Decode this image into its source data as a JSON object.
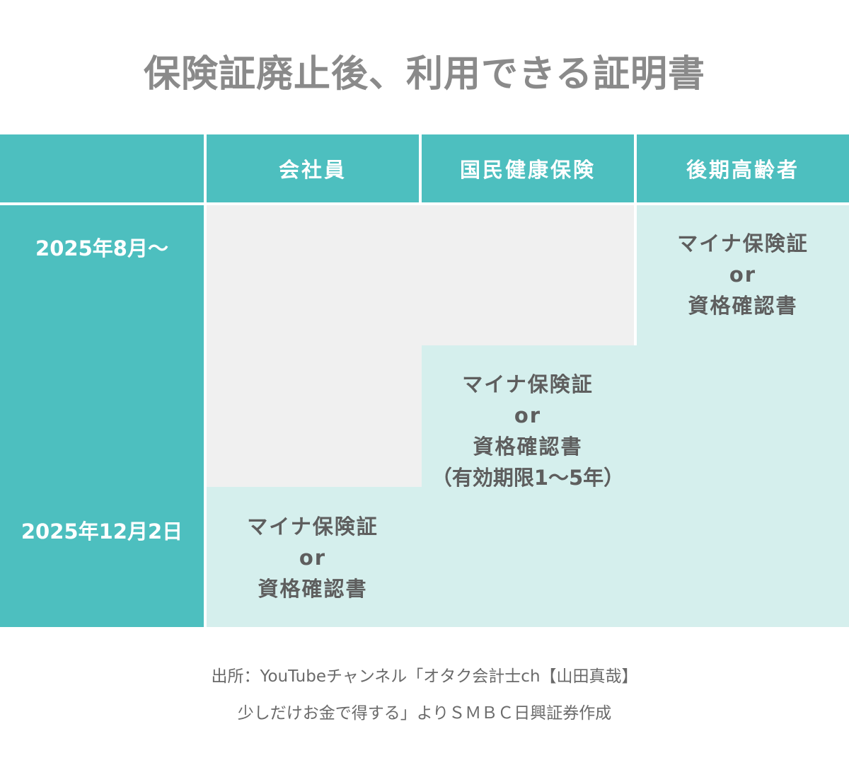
{
  "title": "保険証廃止後、利用できる証明書",
  "columns": [
    "会社員",
    "国民健康保険",
    "後期高齢者"
  ],
  "rows": [
    "2025年8月〜",
    "2025年12月2日"
  ],
  "cells": {
    "senior": {
      "line1": "マイナ保険証",
      "line2": "or",
      "line3": "資格確認書"
    },
    "national": {
      "line1": "マイナ保険証",
      "line2": "or",
      "line3": "資格確認書",
      "line4": "（有効期限1〜5年）"
    },
    "employee": {
      "line1": "マイナ保険証",
      "line2": "or",
      "line3": "資格確認書"
    }
  },
  "source": {
    "line1": "出所：YouTubeチャンネル「オタク会計士ch【山田真哉】",
    "line2": "少しだけお金で得する」よりＳＭＢＣ日興証券作成"
  },
  "colors": {
    "teal": "#4dbfbf",
    "light_teal": "#d5efed",
    "grey": "#f0f0f0"
  }
}
